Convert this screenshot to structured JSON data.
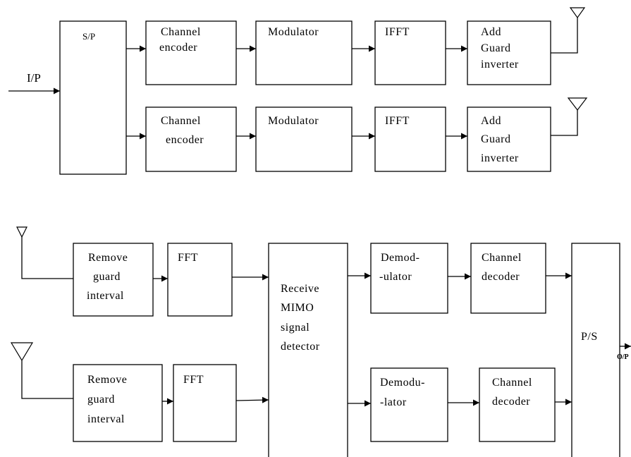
{
  "transmitter": {
    "input_label": "I/P",
    "sp_label": "S/P",
    "branch1": {
      "encoder": [
        "Channel",
        "encoder"
      ],
      "modulator": "Modulator",
      "ifft": "IFFT",
      "guard": [
        "Add",
        "Guard",
        "inverter"
      ]
    },
    "branch2": {
      "encoder": [
        "Channel",
        "encoder"
      ],
      "modulator": "Modulator",
      "ifft": "IFFT",
      "guard": [
        "Add",
        "Guard",
        "inverter"
      ]
    }
  },
  "receiver": {
    "branch1": {
      "remove_guard": [
        "Remove",
        "guard",
        "interval"
      ],
      "fft": "FFT",
      "demod": [
        "Demod-",
        "-ulator"
      ],
      "decoder": [
        "Channel",
        "decoder"
      ]
    },
    "branch2": {
      "remove_guard": [
        "Remove",
        "guard",
        "interval"
      ],
      "fft": "FFT",
      "demod": [
        "Demodu-",
        "-lator"
      ],
      "decoder": [
        "Channel",
        "decoder"
      ]
    },
    "detector": [
      "Receive",
      "MIMO",
      "signal",
      "detector"
    ],
    "ps_label": "P/S",
    "output_label": "O/P"
  }
}
